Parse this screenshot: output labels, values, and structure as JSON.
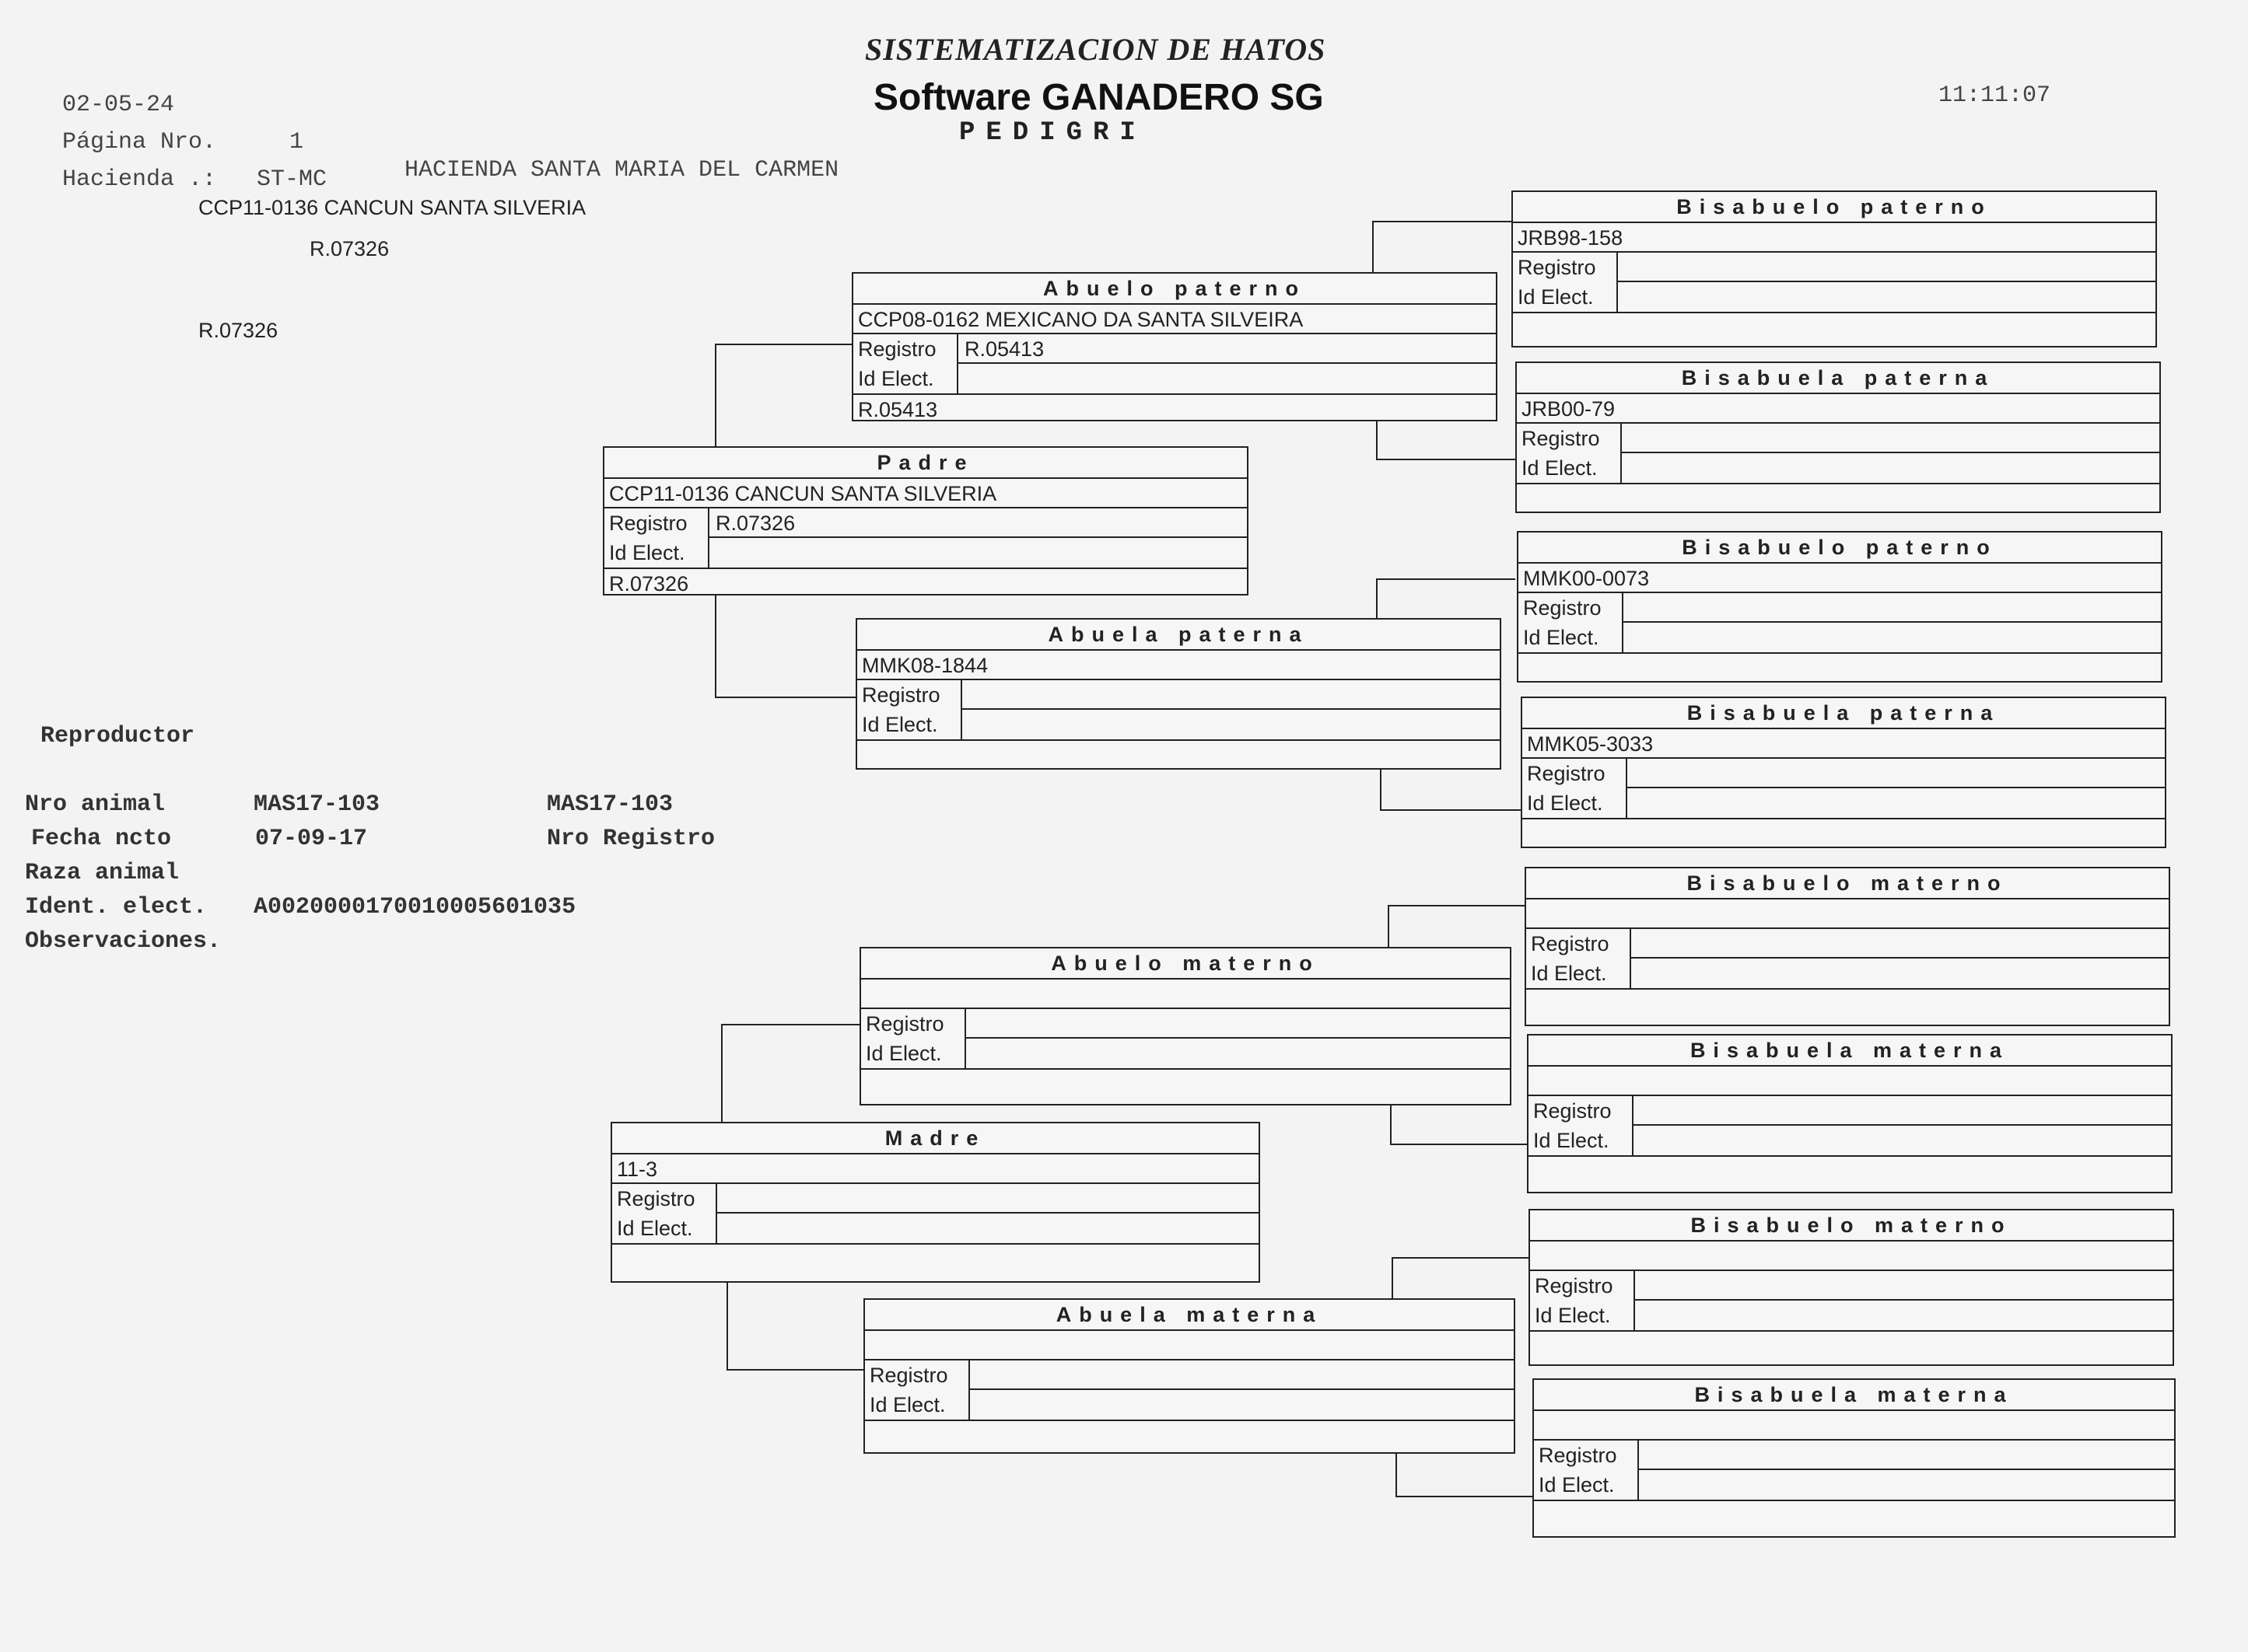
{
  "header": {
    "date": "02-05-24",
    "page_label": "Página Nro.",
    "page_number": "1",
    "hacienda_label": "Hacienda .:",
    "hacienda_code": "ST-MC",
    "hacienda_name": "HACIENDA SANTA MARIA DEL CARMEN",
    "title_system": "SISTEMATIZACION DE HATOS",
    "title_software": "Software GANADERO SG",
    "title_report": "PEDIGRI",
    "time": "11:11:07"
  },
  "animal_heading": {
    "name": "CCP11-0136  CANCUN SANTA SILVERIA",
    "reg1": "R.07326",
    "reg2": "R.07326"
  },
  "reproductor": {
    "section_label": "Reproductor",
    "nro_animal_label": "Nro animal",
    "nro_animal_value": "MAS17-103",
    "nro_animal_value2": "MAS17-103",
    "fecha_label": "Fecha ncto",
    "fecha_value": "07-09-17",
    "nro_registro_label": "Nro Registro",
    "raza_label": "Raza animal",
    "ident_label": "Ident. elect.",
    "ident_value": "A0020000170010005601035",
    "observaciones_label": "Observaciones."
  },
  "labels": {
    "registro": "Registro",
    "id_elect": "Id Elect."
  },
  "pedigree": {
    "padre": {
      "title": "Padre",
      "id": "CCP11-0136  CANCUN SANTA SILVERIA",
      "registro": "R.07326",
      "id_elect": "",
      "footer": "R.07326"
    },
    "abuelo_paterno": {
      "title": "Abuelo paterno",
      "id": "CCP08-0162  MEXICANO DA SANTA SILVEIRA",
      "registro": "R.05413",
      "id_elect": "",
      "footer": "R.05413"
    },
    "abuela_paterna": {
      "title": "Abuela paterna",
      "id": "MMK08-1844",
      "registro": "",
      "id_elect": "",
      "footer": ""
    },
    "madre": {
      "title": "Madre",
      "id": "11-3",
      "registro": "",
      "id_elect": "",
      "footer": ""
    },
    "abuelo_materno": {
      "title": "Abuelo materno",
      "id": "",
      "registro": "",
      "id_elect": "",
      "footer": ""
    },
    "abuela_materna": {
      "title": "Abuela materna",
      "id": "",
      "registro": "",
      "id_elect": "",
      "footer": ""
    },
    "bisabuelo_paterno_1": {
      "title": "Bisabuelo paterno",
      "id": "JRB98-158",
      "registro": "",
      "id_elect": "",
      "footer": ""
    },
    "bisabuela_paterna_1": {
      "title": "Bisabuela paterna",
      "id": "JRB00-79",
      "registro": "",
      "id_elect": "",
      "footer": ""
    },
    "bisabuelo_paterno_2": {
      "title": "Bisabuelo paterno",
      "id": "MMK00-0073",
      "registro": "",
      "id_elect": "",
      "footer": ""
    },
    "bisabuela_paterna_2": {
      "title": "Bisabuela paterna",
      "id": "MMK05-3033",
      "registro": "",
      "id_elect": "",
      "footer": ""
    },
    "bisabuelo_materno_1": {
      "title": "Bisabuelo materno",
      "id": "",
      "registro": "",
      "id_elect": "",
      "footer": ""
    },
    "bisabuela_materna_1": {
      "title": "Bisabuela materna",
      "id": "",
      "registro": "",
      "id_elect": "",
      "footer": ""
    },
    "bisabuelo_materno_2": {
      "title": "Bisabuelo materno",
      "id": "",
      "registro": "",
      "id_elect": "",
      "footer": ""
    },
    "bisabuela_materna_2": {
      "title": "Bisabuela materna",
      "id": "",
      "registro": "",
      "id_elect": "",
      "footer": ""
    }
  }
}
